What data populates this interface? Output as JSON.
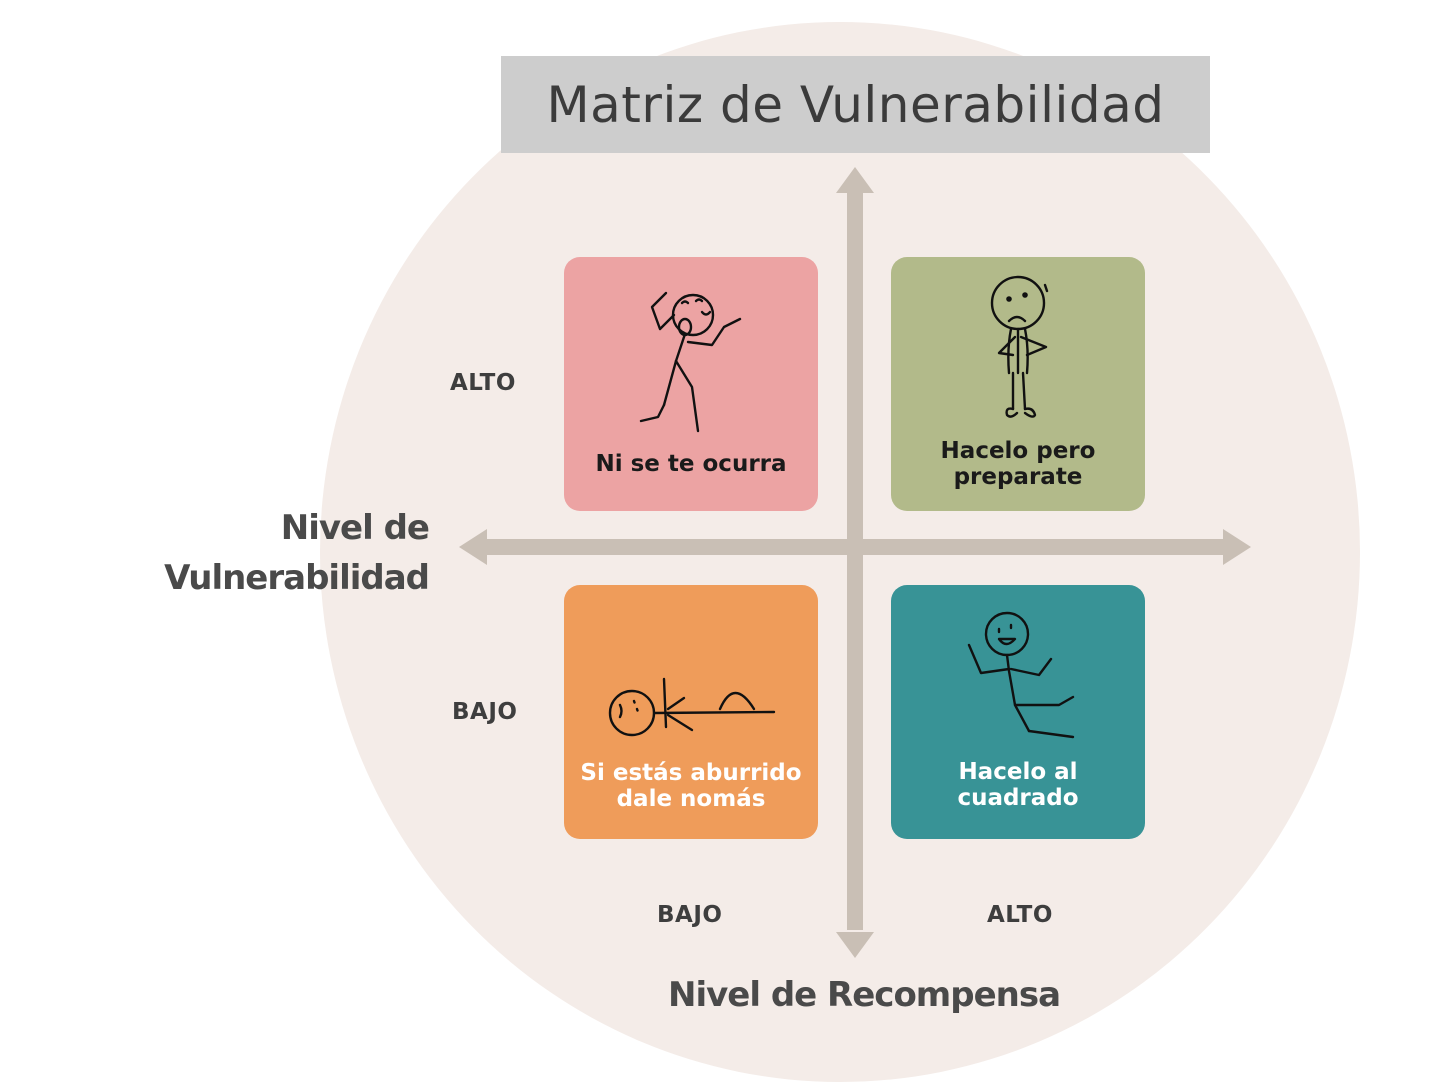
{
  "title": "Matriz de Vulnerabilidad",
  "y_axis": {
    "title_line1": "Nivel de",
    "title_line2": "Vulnerabilidad",
    "high": "ALTO",
    "low": "BAJO"
  },
  "x_axis": {
    "title": "Nivel de Recompensa",
    "low": "BAJO",
    "high": "ALTO"
  },
  "quadrants": {
    "top_left": {
      "label": "Ni se te ocurra",
      "color": "#eca3a3",
      "text_color": "#1a1a1a"
    },
    "top_right": {
      "label_line1": "Hacelo pero",
      "label_line2": "preparate",
      "color": "#b2ba8a",
      "text_color": "#1a1a1a"
    },
    "bottom_left": {
      "label_line1": "Si estás aburrido",
      "label_line2": "dale nomás",
      "color": "#ef9c5a",
      "text_color": "#ffffff"
    },
    "bottom_right": {
      "label_line1": "Hacelo al",
      "label_line2": "cuadrado",
      "color": "#389396",
      "text_color": "#ffffff"
    }
  },
  "colors": {
    "background_circle": "#f4ece8",
    "title_bar": "#cdcdcd",
    "axis": "#c9bfb5"
  }
}
